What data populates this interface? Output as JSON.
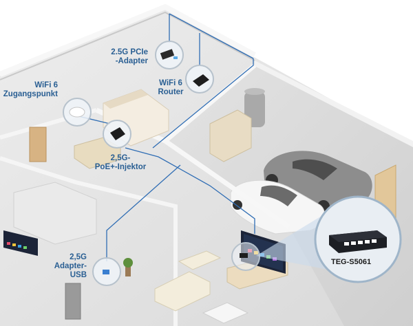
{
  "labels": {
    "pcie_adapter": [
      "2.5G PCIe",
      "-Adapter"
    ],
    "wifi6_router": [
      "WiFi 6",
      "Router"
    ],
    "wifi6_ap": [
      "WiFi 6",
      "Zugangspunkt"
    ],
    "poe_injector": [
      "2,5G-",
      "PoE+-Injektor"
    ],
    "usb_adapter": [
      "2,5G",
      "Adapter-",
      "USB"
    ]
  },
  "product": {
    "model": "TEG-S5061"
  },
  "colors": {
    "label": "#2a5f93",
    "cable": "#2f6db4",
    "wall": "#ececec",
    "floor": "#dedede"
  },
  "icons": [
    "pcie-adapter-icon",
    "router-icon",
    "access-point-icon",
    "poe-injector-icon",
    "usb-adapter-icon",
    "network-switch-icon",
    "tv-icon",
    "car-icon",
    "sofa-icon",
    "bed-icon",
    "plant-icon",
    "door-icon"
  ]
}
